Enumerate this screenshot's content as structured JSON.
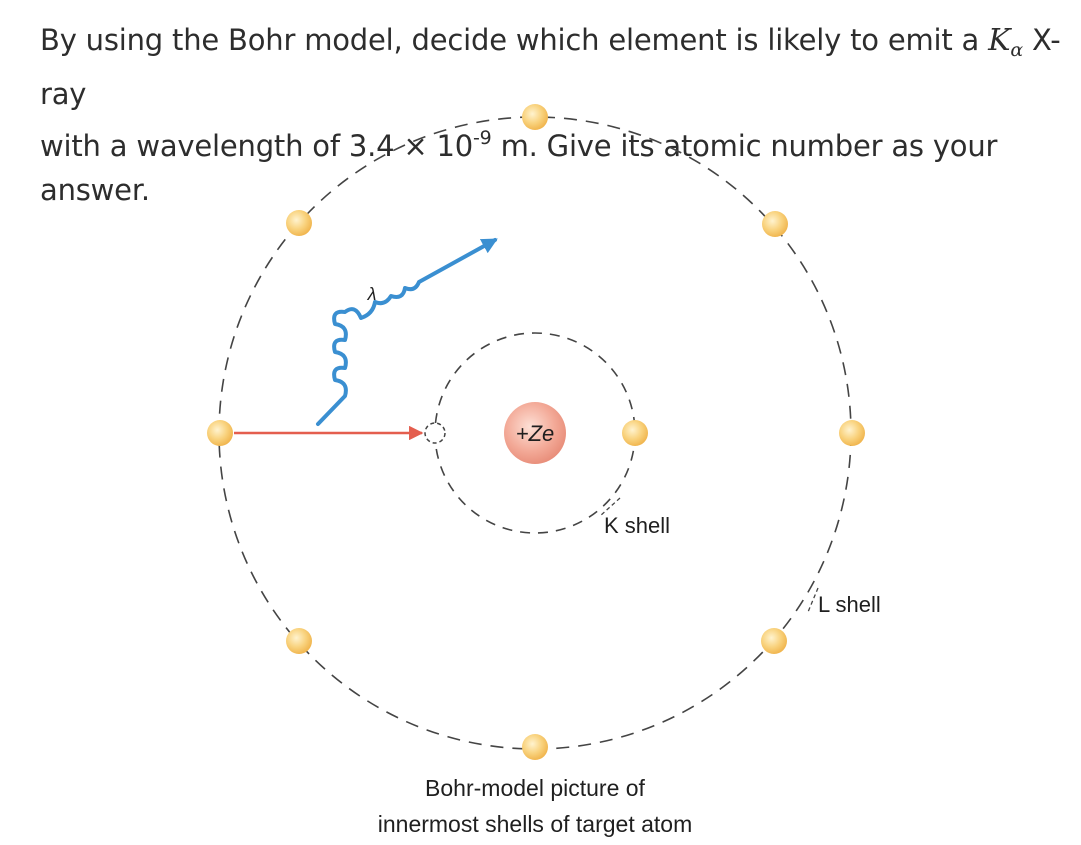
{
  "question": {
    "part1": "By using the Bohr model, decide which element is likely to emit a ",
    "symbol": "K",
    "symbol_sub": "α",
    "part2": " X-ray",
    "line2_a": "with a wavelength of 3.4 × 10",
    "exponent": "-9",
    "line2_b": " m. Give its atomic number as your answer."
  },
  "diagram": {
    "nucleus_label": "+Ze",
    "wavelength_symbol": "λ",
    "k_shell_label": "K shell",
    "l_shell_label": "L shell",
    "caption_line1": "Bohr-model picture of",
    "caption_line2": "innermost shells of target atom"
  },
  "colors": {
    "electron": "#f7c76b",
    "nucleus": "#f2a494",
    "arrow_incoming": "#e45e4e",
    "photon_wave": "#3a8fd1",
    "shell_dash": "#444444"
  }
}
